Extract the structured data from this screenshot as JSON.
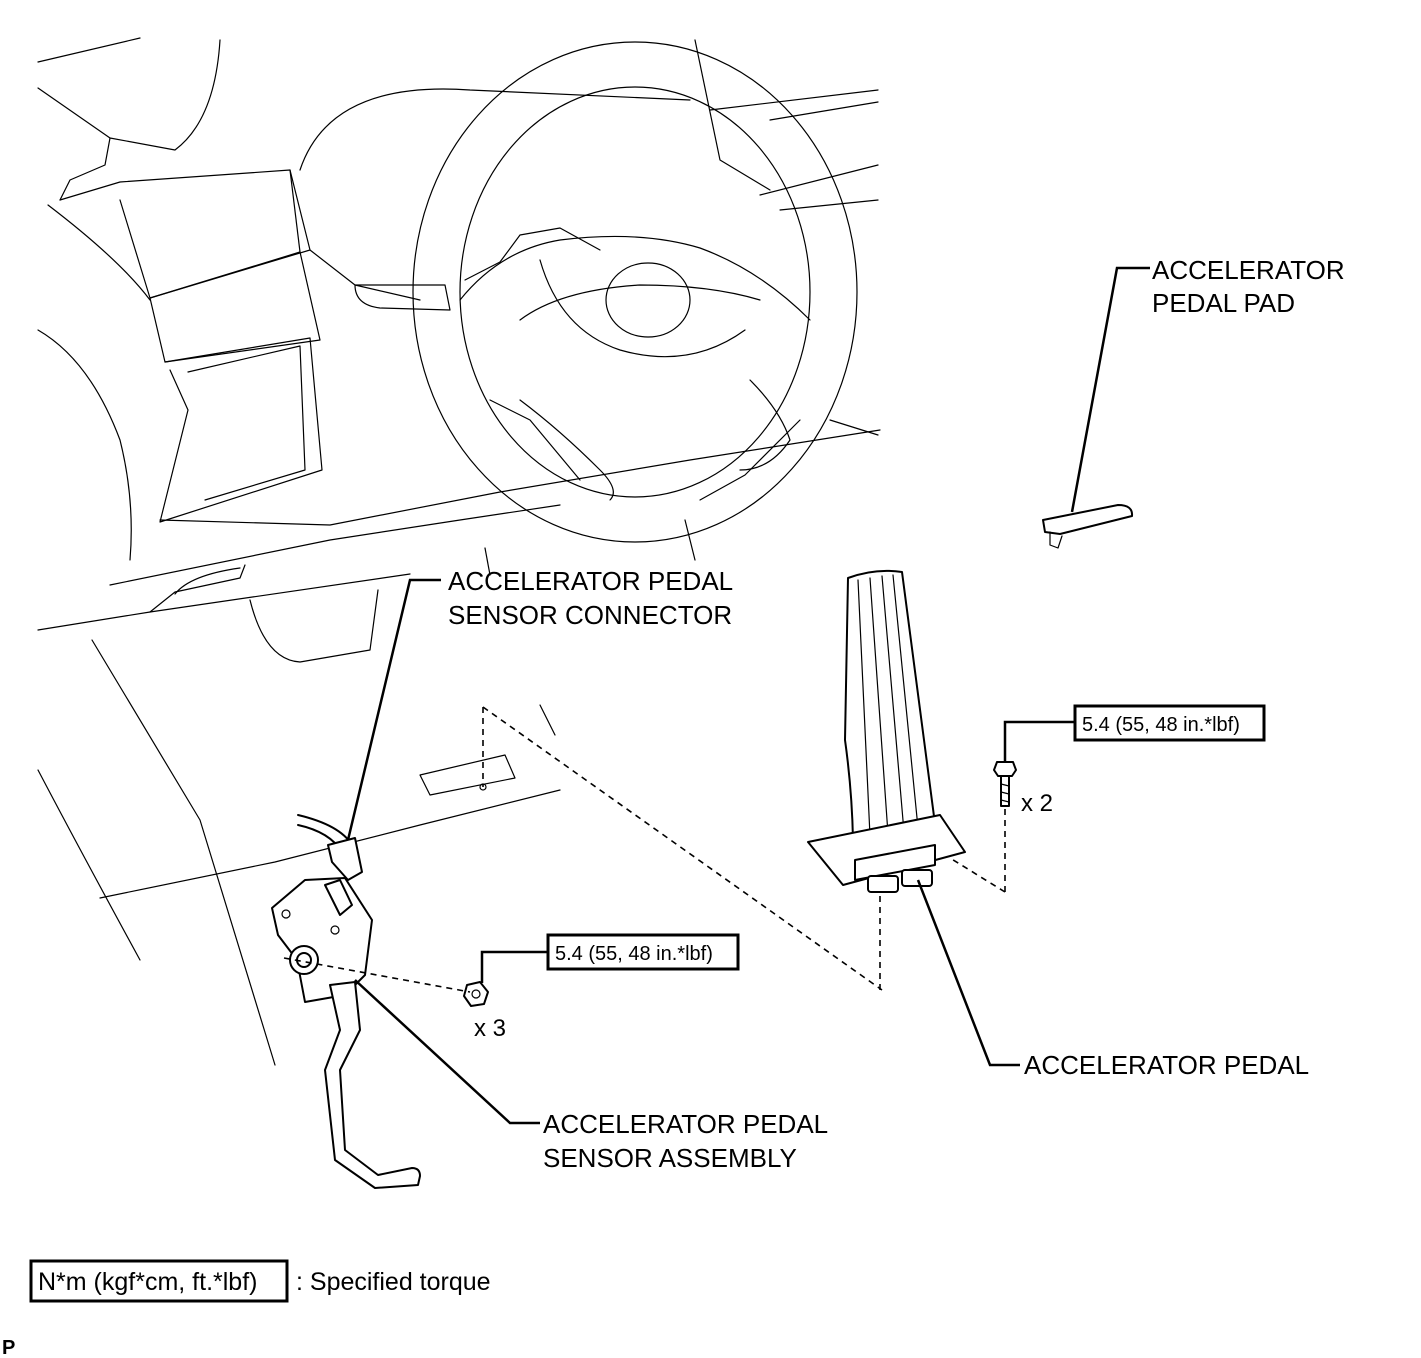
{
  "labels": {
    "pedal_pad": [
      "ACCELERATOR",
      "PEDAL PAD"
    ],
    "sensor_connector": [
      "ACCELERATOR PEDAL",
      "SENSOR CONNECTOR"
    ],
    "accelerator_pedal": "ACCELERATOR PEDAL",
    "sensor_assembly": [
      "ACCELERATOR PEDAL",
      "SENSOR ASSEMBLY"
    ]
  },
  "torque_specs": {
    "pedal_bolt": "5.4 (55, 48 in.*lbf)",
    "sensor_nut": "5.4 (55, 48 in.*lbf)"
  },
  "quantities": {
    "pedal_bolt": "x 2",
    "sensor_nut": "x 3"
  },
  "legend": {
    "unit_box": "N*m (kgf*cm, ft.*lbf)",
    "description": ": Specified torque"
  },
  "corner_mark": "P"
}
